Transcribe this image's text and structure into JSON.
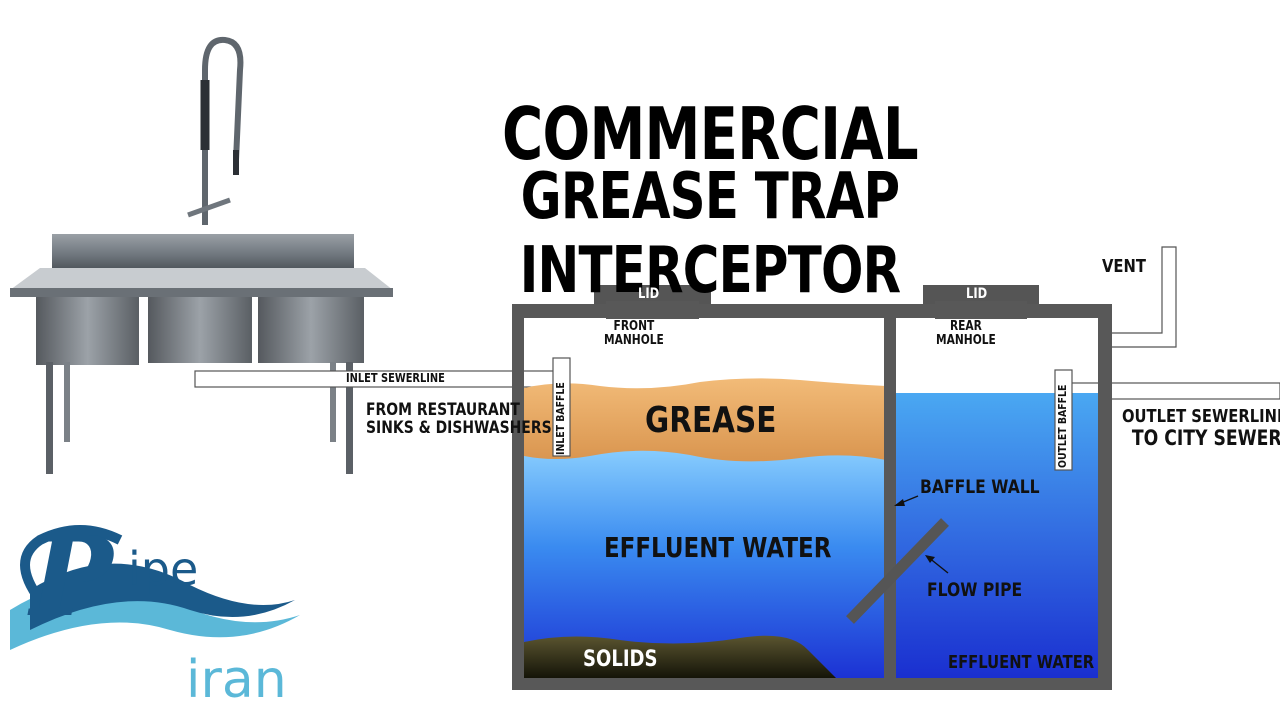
{
  "title": {
    "line1": "COMMERCIAL",
    "line2": "GREASE TRAP INTERCEPTOR"
  },
  "labels": {
    "lid_front": "LID",
    "lid_rear": "LID",
    "front_manhole_1": "FRONT",
    "front_manhole_2": "MANHOLE",
    "rear_manhole_1": "REAR",
    "rear_manhole_2": "MANHOLE",
    "vent": "VENT",
    "inlet_sewerline": "INLET SEWERLINE",
    "from_restaurant_1": "FROM RESTAURANT",
    "from_restaurant_2": "SINKS & DISHWASHERS",
    "inlet_baffle": "INLET BAFFLE",
    "outlet_baffle": "OUTLET BAFFLE",
    "grease": "GREASE",
    "outlet_sewerline_1": "OUTLET SEWERLINE",
    "outlet_sewerline_2": "TO CITY SEWER",
    "baffle_wall": "BAFFLE WALL",
    "effluent_water": "EFFLUENT WATER",
    "flow_pipe": "FLOW PIPE",
    "solids": "SOLIDS",
    "effluent_water_rear": "EFFLUENT WATER"
  },
  "logo": {
    "letter": "P",
    "text_top": "ipe",
    "text_bottom": "iran"
  },
  "colors": {
    "tank_wall": "#555555",
    "grease": "#e9a964",
    "water_top": "#8fd3ff",
    "water_bottom": "#1f3fd8",
    "solids": "#4a4a2a",
    "logo_dark": "#1b5a8a",
    "logo_light": "#5bb8d8"
  }
}
